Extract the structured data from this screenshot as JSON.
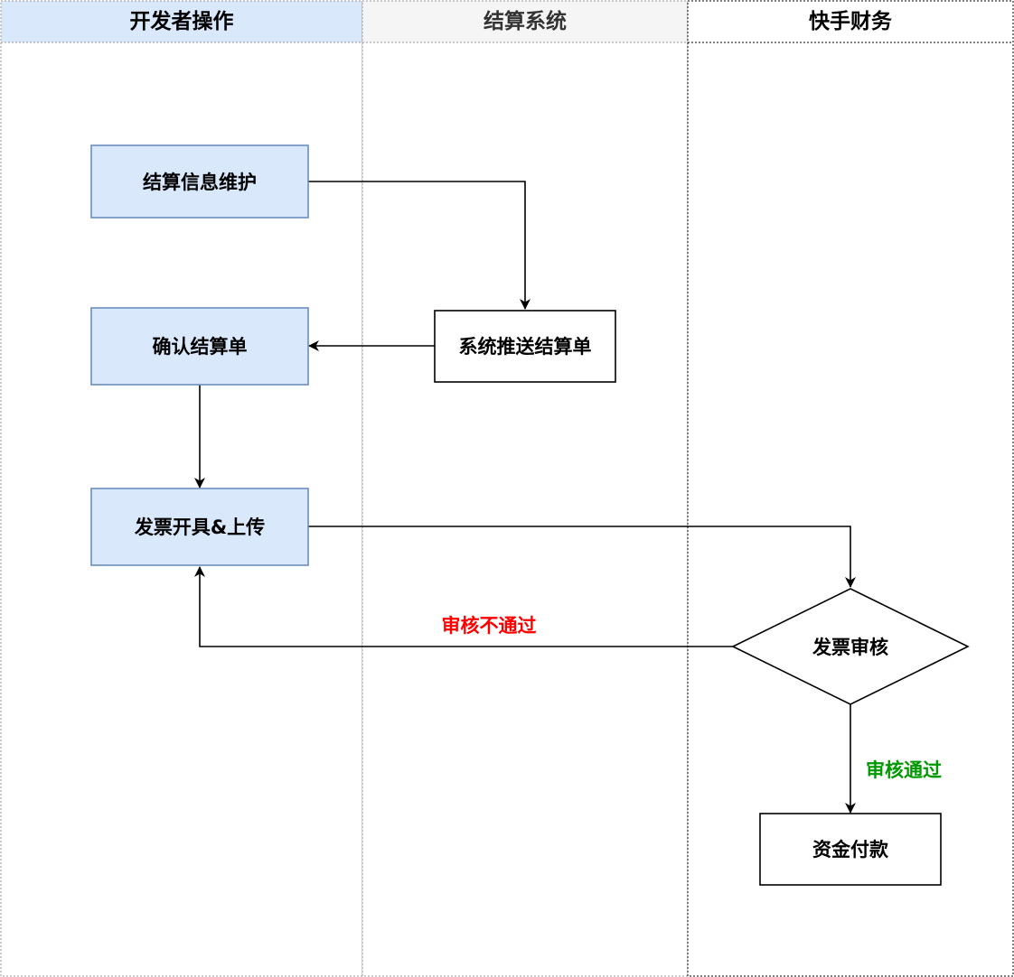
{
  "lanes": [
    {
      "title": "开发者操作",
      "header_fill": "#dae8fc",
      "title_color": "#000000"
    },
    {
      "title": "结算系统",
      "header_fill": "#f5f5f5",
      "title_color": "#333333"
    },
    {
      "title": "快手财务",
      "header_fill": "#ffffff",
      "title_color": "#000000"
    }
  ],
  "nodes": {
    "maintain": {
      "label": "结算信息维护"
    },
    "confirm": {
      "label": "确认结算单"
    },
    "push": {
      "label": "系统推送结算单"
    },
    "invoice": {
      "label": "发票开具&上传"
    },
    "review": {
      "label": "发票审核"
    },
    "payment": {
      "label": "资金付款"
    }
  },
  "edges": {
    "reject_label": "审核不通过",
    "approve_label": "审核通过"
  },
  "colors": {
    "blue_fill": "#dae8fc",
    "blue_stroke": "#6c8ebf",
    "reject": "#ff0000",
    "approve": "#009900",
    "lane_border": "#999999"
  }
}
